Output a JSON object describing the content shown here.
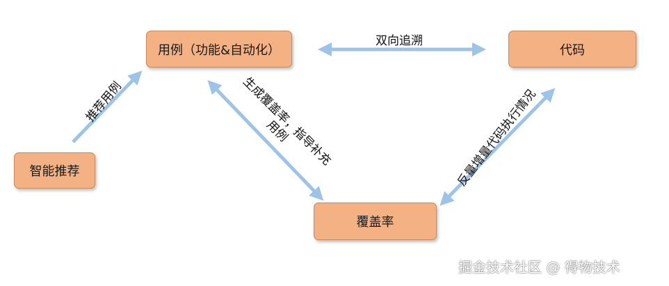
{
  "nodes": {
    "usecase": "用例（功能&自动化）",
    "code": "代码",
    "smart_recommend": "智能推荐",
    "coverage": "覆盖率"
  },
  "edges": {
    "bidirectional_trace": "双向追溯",
    "recommend_usecase": "推荐用例",
    "generate_coverage_line1": "生成覆盖率，指导补充",
    "generate_coverage_line2": "用例",
    "incremental_execution": "反量增量代码执行情况"
  },
  "colors": {
    "node_fill": "#f4b183",
    "arrow": "#9dc3e6"
  },
  "watermark": "掘金技术社区 @ 得物技术"
}
